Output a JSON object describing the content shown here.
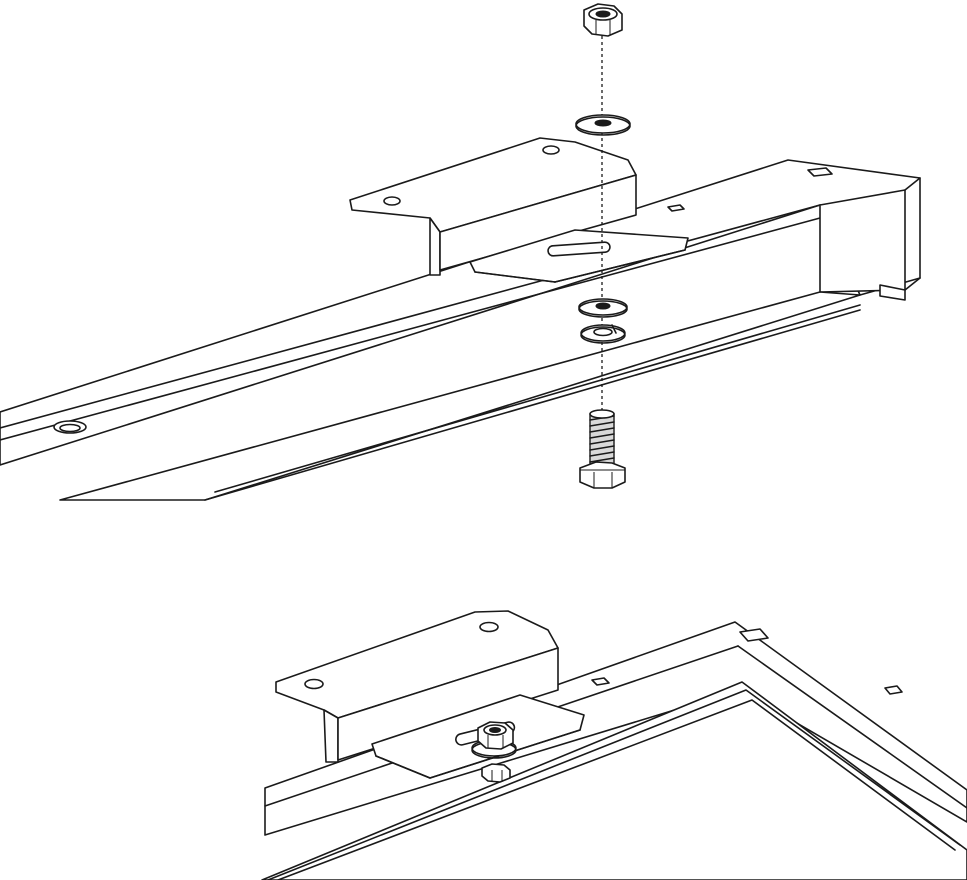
{
  "figure": {
    "panels": [
      {
        "name": "exploded-view",
        "parts": [
          "nut",
          "flat-washer",
          "bracket",
          "rail",
          "flat-washer",
          "lock-washer",
          "bolt"
        ]
      },
      {
        "name": "assembled-view",
        "parts": [
          "bracket",
          "nut",
          "frame-corner"
        ]
      }
    ],
    "colors": {
      "line": "#1a1a1a",
      "fill": "#ffffff",
      "shade": "#d9d9d9"
    }
  }
}
